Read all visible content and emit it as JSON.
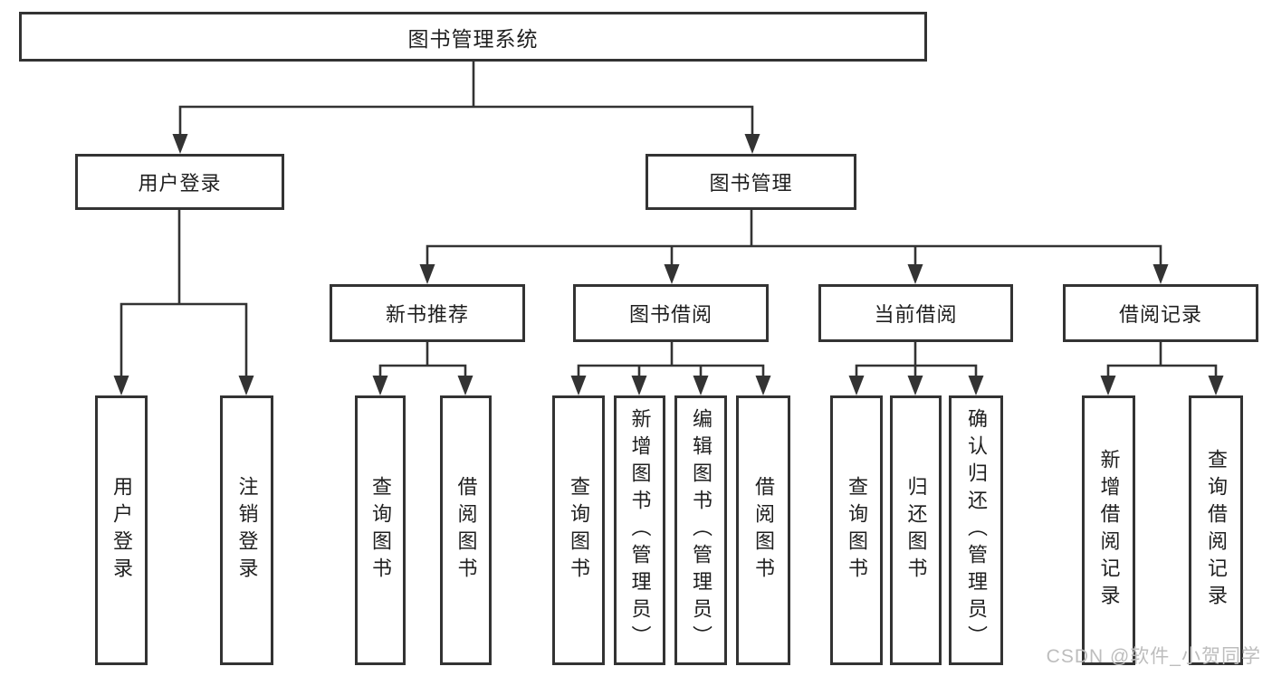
{
  "tree": {
    "label": "图书管理系统",
    "children": [
      {
        "label": "用户登录",
        "children": [
          {
            "label": "用户登录"
          },
          {
            "label": "注销登录"
          }
        ]
      },
      {
        "label": "图书管理",
        "children": [
          {
            "label": "新书推荐",
            "children": [
              {
                "label": "查询图书"
              },
              {
                "label": "借阅图书"
              }
            ]
          },
          {
            "label": "图书借阅",
            "children": [
              {
                "label": "查询图书"
              },
              {
                "label": "新增图书（管理员）"
              },
              {
                "label": "编辑图书（管理员）"
              },
              {
                "label": "借阅图书"
              }
            ]
          },
          {
            "label": "当前借阅",
            "children": [
              {
                "label": "查询图书"
              },
              {
                "label": "归还图书"
              },
              {
                "label": "确认归还（管理员）"
              }
            ]
          },
          {
            "label": "借阅记录",
            "children": [
              {
                "label": "新增借阅记录"
              },
              {
                "label": "查询借阅记录"
              }
            ]
          }
        ]
      }
    ]
  },
  "watermark": {
    "text": "CSDN @软件_小贺同学"
  },
  "colors": {
    "line": "#333333",
    "text": "#1f1f1f",
    "background": "#ffffff",
    "watermark": "#bdbdbd"
  }
}
